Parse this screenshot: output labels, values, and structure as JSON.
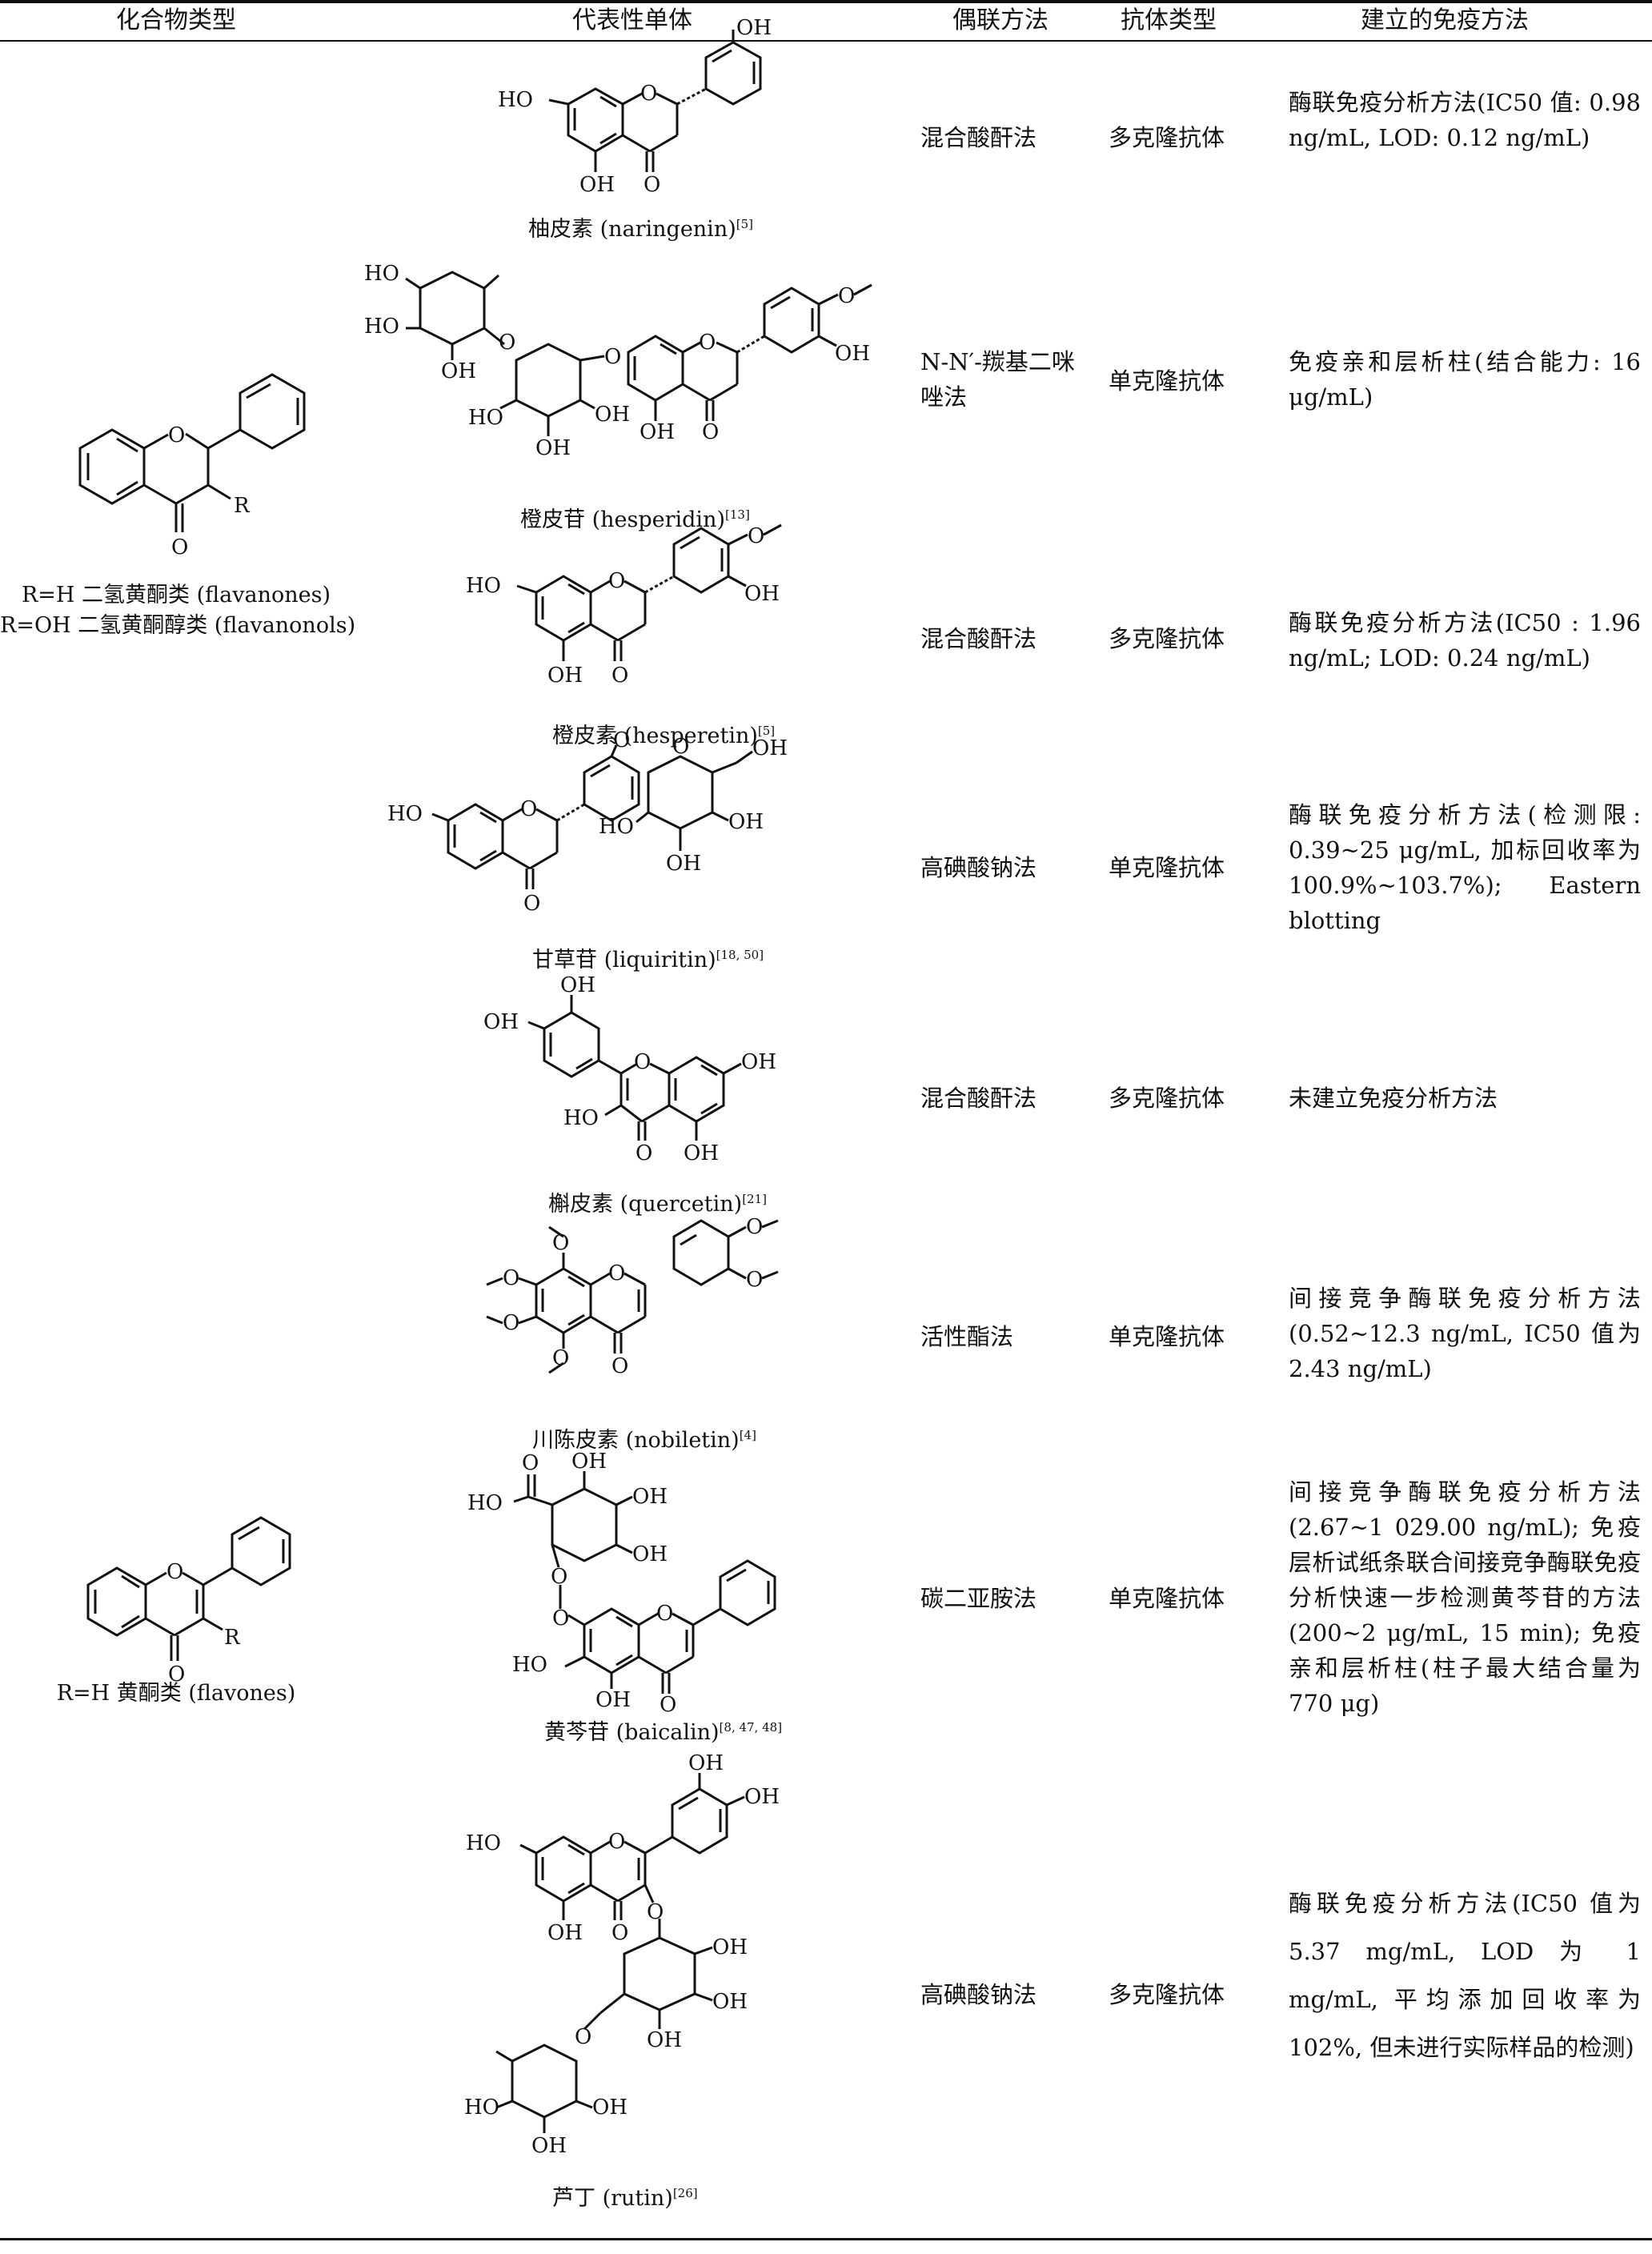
{
  "header": {
    "col1": "化合物类型",
    "col2": "代表性单体",
    "col3": "偶联方法",
    "col4": "抗体类型",
    "col5": "建立的免疫方法"
  },
  "classes": [
    {
      "line1": "R=H 二氢黄酮类 (flavanones)",
      "line2": "R=OH 二氢黄酮醇类 (flavanonols)"
    },
    {
      "line1": "R=H 黄酮类 (flavones)"
    }
  ],
  "atom_labels": {
    "O": "O",
    "R": "R",
    "OH": "OH",
    "HO": "HO"
  },
  "rows": [
    {
      "name": "柚皮素 (naringenin)",
      "ref": "[5]",
      "coupling": "混合酸酐法",
      "antibody": "多克隆抗体",
      "method": "酶联免疫分析方法(IC50 值: 0.98 ng/mL, LOD: 0.12 ng/mL)"
    },
    {
      "name": "橙皮苷 (hesperidin)",
      "ref": "[13]",
      "coupling": "N-N′-羰基二咪唑法",
      "antibody": "单克隆抗体",
      "method": "免疫亲和层析柱(结合能力: 16 μg/mL)"
    },
    {
      "name": "橙皮素 (hesperetin)",
      "ref": "[5]",
      "coupling": "混合酸酐法",
      "antibody": "多克隆抗体",
      "method": "酶联免疫分析方法(IC50 : 1.96 ng/mL; LOD: 0.24 ng/mL)"
    },
    {
      "name": "甘草苷 (liquiritin)",
      "ref": "[18, 50]",
      "coupling": "高碘酸钠法",
      "antibody": "单克隆抗体",
      "method": "酶联免疫分析方法(检测限: 0.39~25 μg/mL, 加标回收率为 100.9%~103.7%); Eastern blotting"
    },
    {
      "name": "槲皮素 (quercetin)",
      "ref": "[21]",
      "coupling": "混合酸酐法",
      "antibody": "多克隆抗体",
      "method": "未建立免疫分析方法"
    },
    {
      "name": "川陈皮素 (nobiletin)",
      "ref": "[4]",
      "coupling": "活性酯法",
      "antibody": "单克隆抗体",
      "method": "间接竞争酶联免疫分析方法(0.52~12.3 ng/mL, IC50 值为 2.43 ng/mL)"
    },
    {
      "name": "黄芩苷 (baicalin)",
      "ref": "[8, 47, 48]",
      "coupling": "碳二亚胺法",
      "antibody": "单克隆抗体",
      "method": "间接竞争酶联免疫分析方法(2.67~1 029.00 ng/mL); 免疫层析试纸条联合间接竞争酶联免疫分析快速一步检测黄芩苷的方法(200~2 μg/mL, 15 min); 免疫亲和层析柱(柱子最大结合量为 770 μg)"
    },
    {
      "name": "芦丁 (rutin)",
      "ref": "[26]",
      "coupling": "高碘酸钠法",
      "antibody": "多克隆抗体",
      "method": "酶联免疫分析方法(IC50 值为 5.37 mg/mL, LOD 为 1 mg/mL, 平均添加回收率为 102%, 但未进行实际样品的检测)"
    }
  ]
}
